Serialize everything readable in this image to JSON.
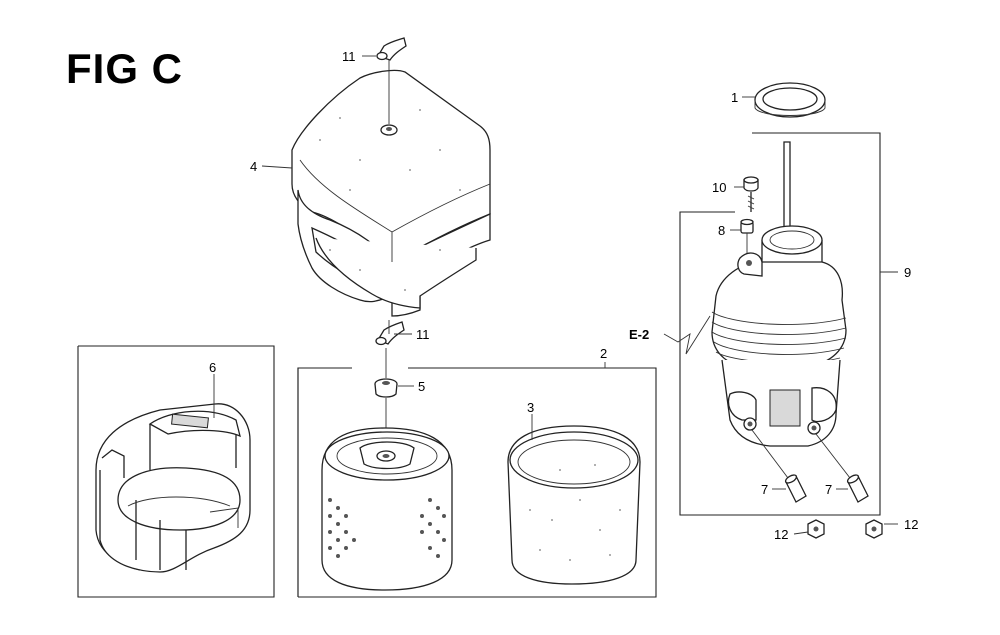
{
  "figure": {
    "title": "FIG C"
  },
  "callouts": {
    "c1": "1",
    "c2": "2",
    "c3": "3",
    "c4": "4",
    "c5": "5",
    "c6": "6",
    "c7a": "7",
    "c7b": "7",
    "c8": "8",
    "c9": "9",
    "c10": "10",
    "c11a": "11",
    "c11b": "11",
    "c12a": "12",
    "c12b": "12",
    "e2": "E-2"
  }
}
